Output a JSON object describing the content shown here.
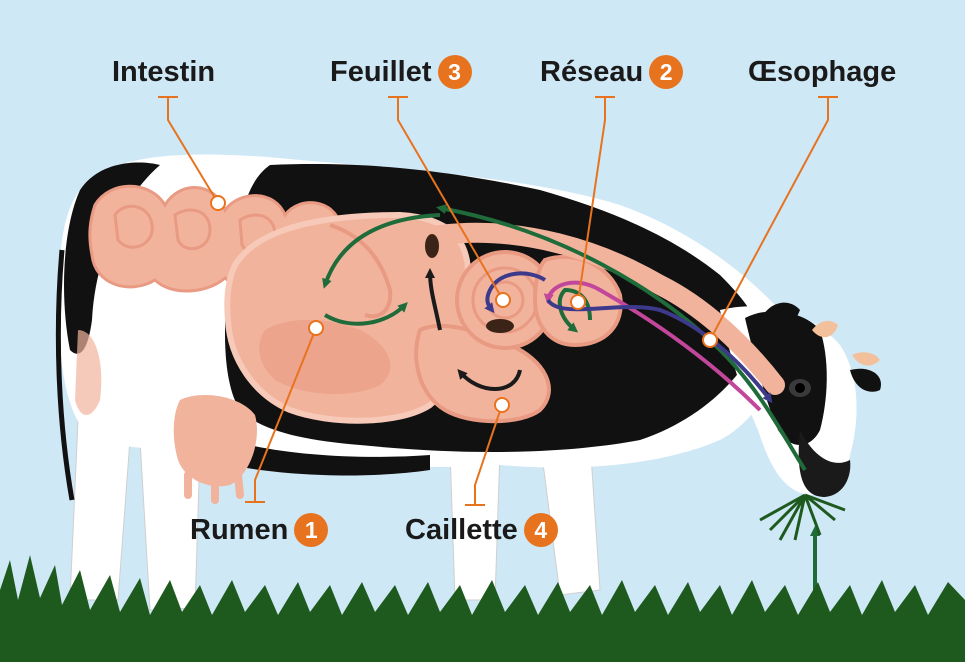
{
  "labels": {
    "intestin": "Intestin",
    "feuillet": {
      "text": "Feuillet",
      "number": "3"
    },
    "reseau": {
      "text": "Réseau",
      "number": "2"
    },
    "oesophage": "Œsophage",
    "rumen": {
      "text": "Rumen",
      "number": "1"
    },
    "caillette": {
      "text": "Caillette",
      "number": "4"
    }
  },
  "colors": {
    "sky": "#cfe8f6",
    "organ": "#f2b39d",
    "organ_dark": "#e99a82",
    "leader": "#e8731e",
    "path_green": "#1f6b3a",
    "path_purple": "#3d3a8c",
    "path_magenta": "#c2479b",
    "path_black": "#1a1a1a",
    "grass": "#1e5a1e"
  }
}
